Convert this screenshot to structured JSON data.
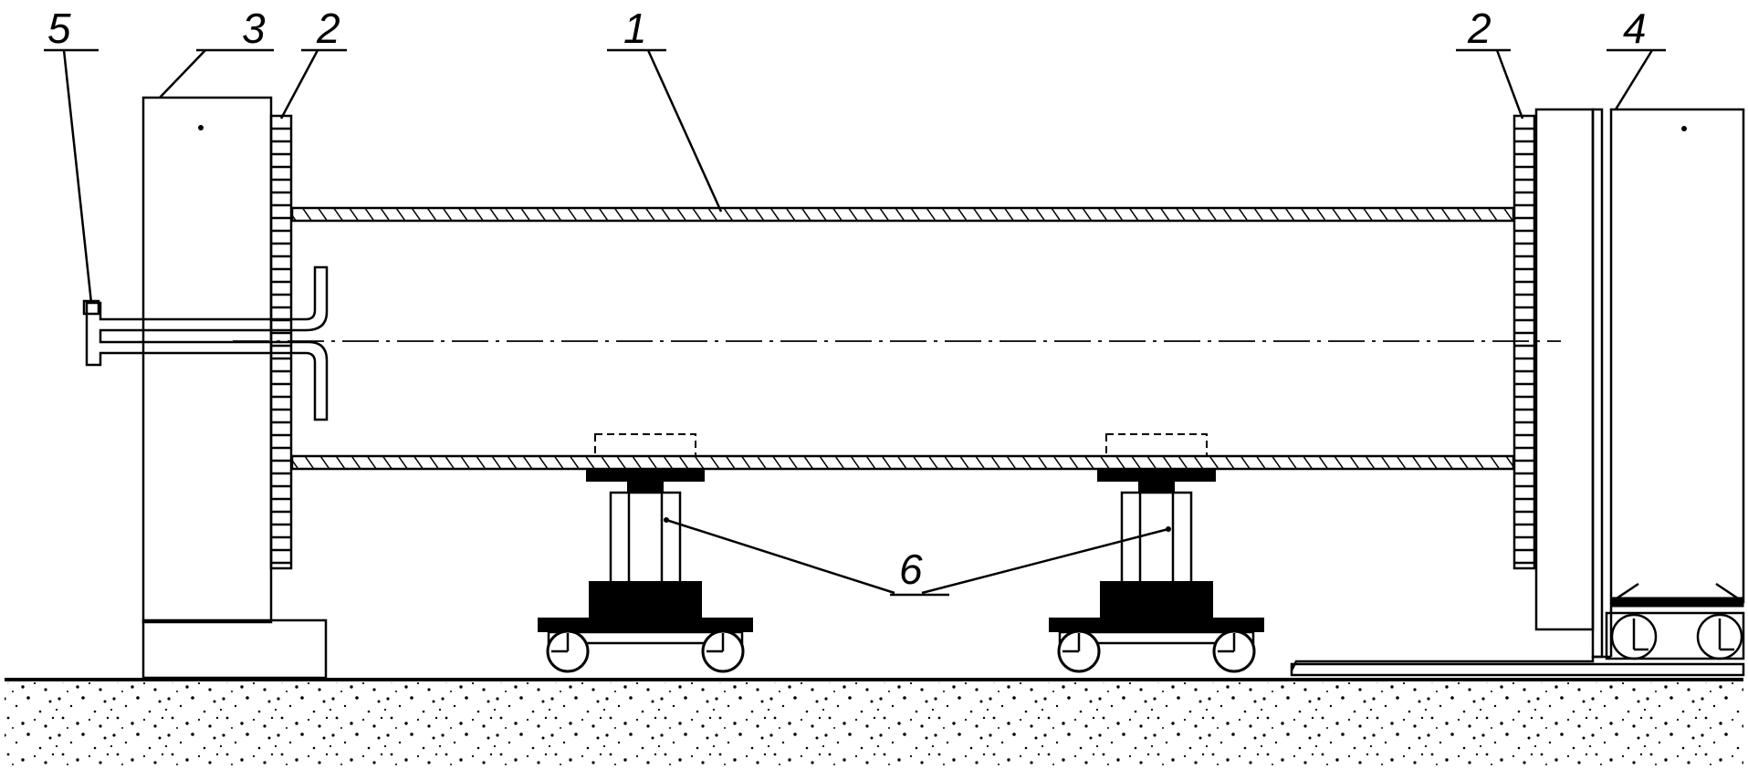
{
  "labels": {
    "pipe": "1",
    "flange_left": "2",
    "flange_right": "2",
    "left_block": "3",
    "right_block": "4",
    "nozzle": "5",
    "supports": "6"
  }
}
